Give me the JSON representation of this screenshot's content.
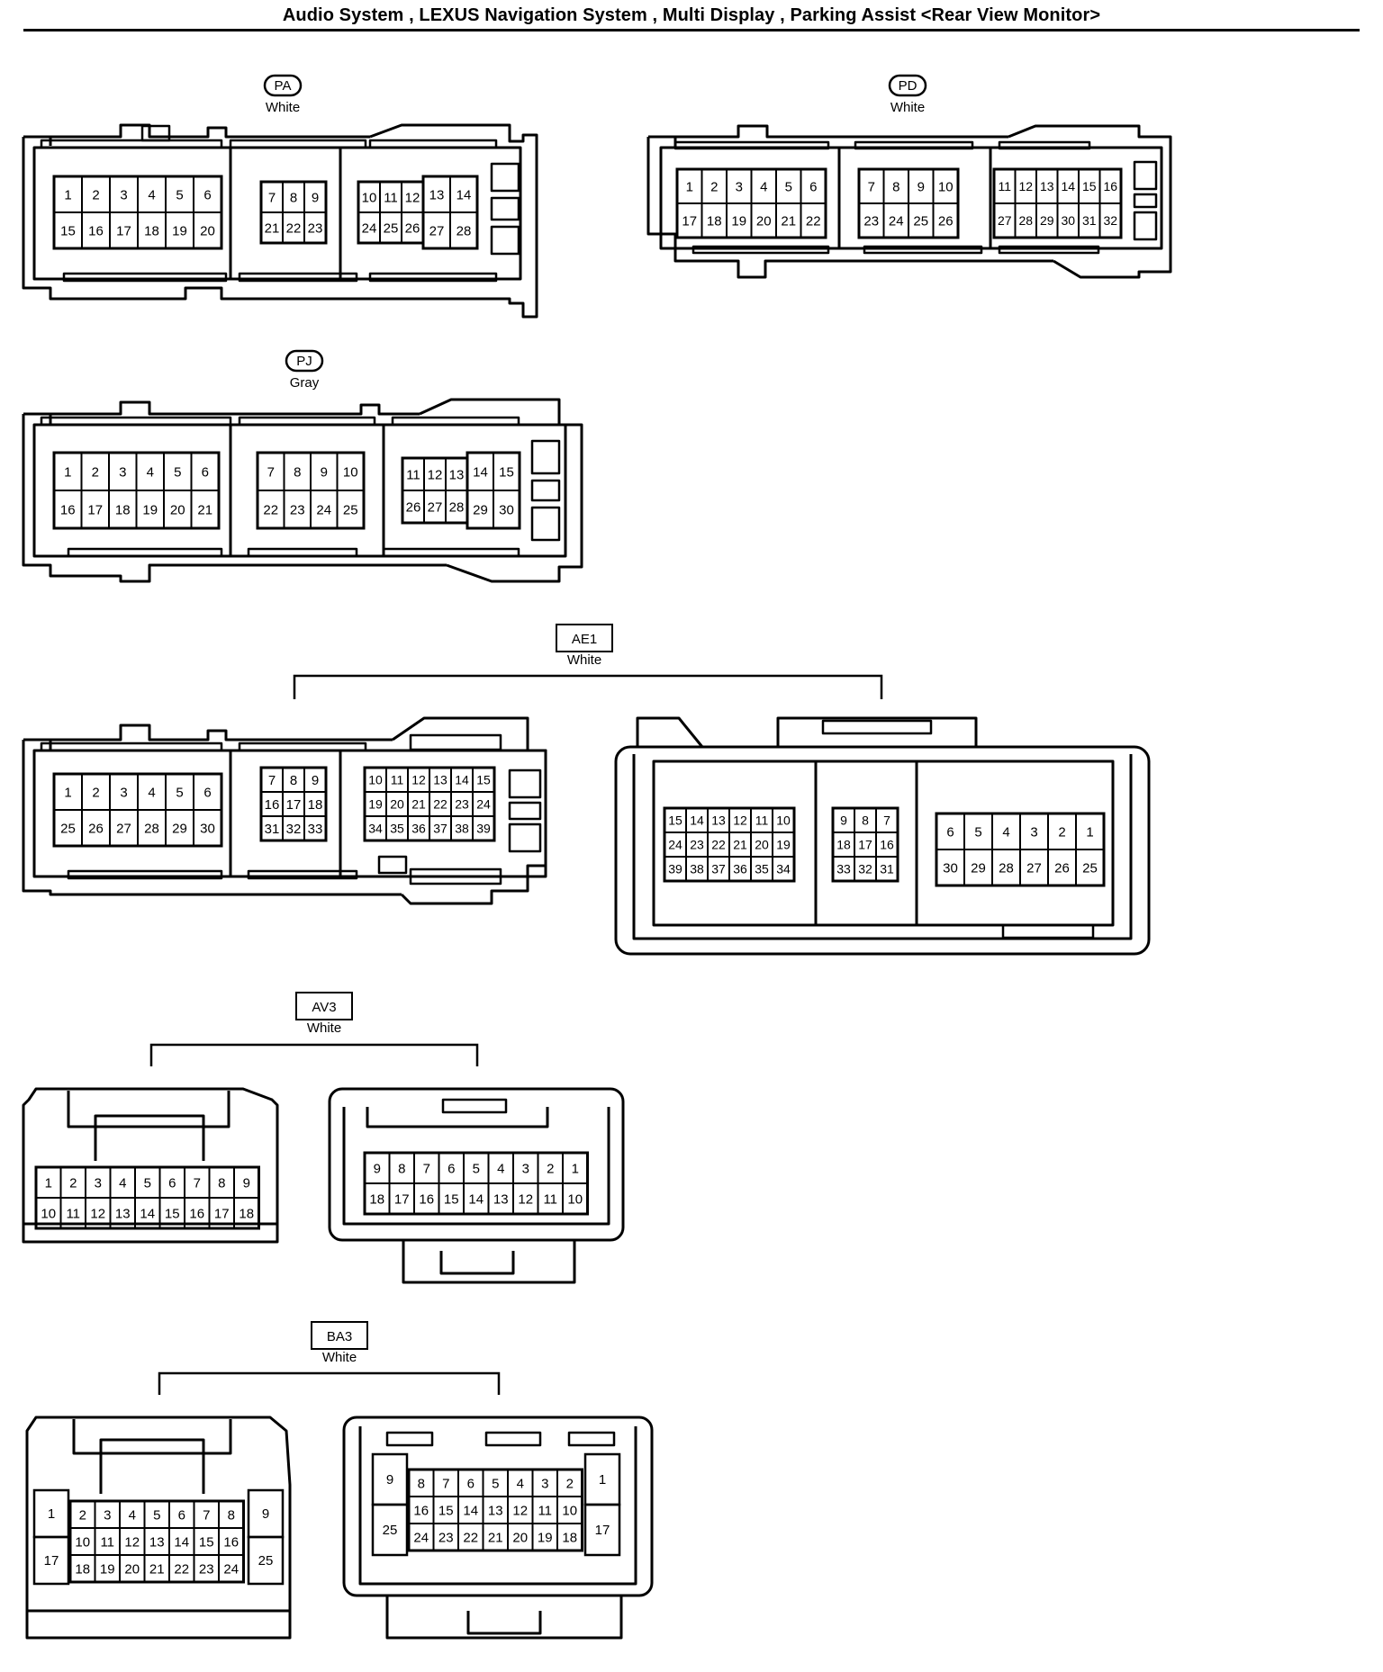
{
  "title": "Audio System , LEXUS Navigation System , Multi Display , Parking Assist <Rear View Monitor>",
  "connectors": {
    "PA": {
      "code": "PA",
      "color": "White",
      "g1": [
        [
          "1",
          "2",
          "3",
          "4",
          "5",
          "6"
        ],
        [
          "15",
          "16",
          "17",
          "18",
          "19",
          "20"
        ]
      ],
      "g2": [
        [
          "7",
          "8",
          "9"
        ],
        [
          "21",
          "22",
          "23"
        ]
      ],
      "g3": [
        [
          "10",
          "11",
          "12"
        ],
        [
          "24",
          "25",
          "26"
        ]
      ],
      "g4": [
        [
          "13",
          "14"
        ],
        [
          "27",
          "28"
        ]
      ]
    },
    "PD": {
      "code": "PD",
      "color": "White",
      "g1": [
        [
          "1",
          "2",
          "3",
          "4",
          "5",
          "6"
        ],
        [
          "17",
          "18",
          "19",
          "20",
          "21",
          "22"
        ]
      ],
      "g2": [
        [
          "7",
          "8",
          "9",
          "10"
        ],
        [
          "23",
          "24",
          "25",
          "26"
        ]
      ],
      "g3": [
        [
          "11",
          "12",
          "13",
          "14",
          "15",
          "16"
        ],
        [
          "27",
          "28",
          "29",
          "30",
          "31",
          "32"
        ]
      ]
    },
    "PJ": {
      "code": "PJ",
      "color": "Gray",
      "g1": [
        [
          "1",
          "2",
          "3",
          "4",
          "5",
          "6"
        ],
        [
          "16",
          "17",
          "18",
          "19",
          "20",
          "21"
        ]
      ],
      "g2": [
        [
          "7",
          "8",
          "9",
          "10"
        ],
        [
          "22",
          "23",
          "24",
          "25"
        ]
      ],
      "g3": [
        [
          "11",
          "12",
          "13"
        ],
        [
          "26",
          "27",
          "28"
        ]
      ],
      "g4": [
        [
          "14",
          "15"
        ],
        [
          "29",
          "30"
        ]
      ]
    },
    "AE1": {
      "code": "AE1",
      "color": "White",
      "left": {
        "g1": [
          [
            "1",
            "2",
            "3",
            "4",
            "5",
            "6"
          ],
          [
            "25",
            "26",
            "27",
            "28",
            "29",
            "30"
          ]
        ],
        "g2": [
          [
            "7",
            "8",
            "9"
          ],
          [
            "16",
            "17",
            "18"
          ],
          [
            "31",
            "32",
            "33"
          ]
        ],
        "g3": [
          [
            "10",
            "11",
            "12",
            "13",
            "14",
            "15"
          ],
          [
            "19",
            "20",
            "21",
            "22",
            "23",
            "24"
          ],
          [
            "34",
            "35",
            "36",
            "37",
            "38",
            "39"
          ]
        ]
      },
      "right": {
        "g1": [
          [
            "15",
            "14",
            "13",
            "12",
            "11",
            "10"
          ],
          [
            "24",
            "23",
            "22",
            "21",
            "20",
            "19"
          ],
          [
            "39",
            "38",
            "37",
            "36",
            "35",
            "34"
          ]
        ],
        "g2": [
          [
            "9",
            "8",
            "7"
          ],
          [
            "18",
            "17",
            "16"
          ],
          [
            "33",
            "32",
            "31"
          ]
        ],
        "g3": [
          [
            "6",
            "5",
            "4",
            "3",
            "2",
            "1"
          ],
          [
            "30",
            "29",
            "28",
            "27",
            "26",
            "25"
          ]
        ]
      }
    },
    "AV3": {
      "code": "AV3",
      "color": "White",
      "left": [
        [
          "1",
          "2",
          "3",
          "4",
          "5",
          "6",
          "7",
          "8",
          "9"
        ],
        [
          "10",
          "11",
          "12",
          "13",
          "14",
          "15",
          "16",
          "17",
          "18"
        ]
      ],
      "right": [
        [
          "9",
          "8",
          "7",
          "6",
          "5",
          "4",
          "3",
          "2",
          "1"
        ],
        [
          "18",
          "17",
          "16",
          "15",
          "14",
          "13",
          "12",
          "11",
          "10"
        ]
      ]
    },
    "BA3": {
      "code": "BA3",
      "color": "White",
      "left": {
        "side_left": [
          "1",
          "17"
        ],
        "rows": [
          [
            "2",
            "3",
            "4",
            "5",
            "6",
            "7",
            "8"
          ],
          [
            "10",
            "11",
            "12",
            "13",
            "14",
            "15",
            "16"
          ],
          [
            "18",
            "19",
            "20",
            "21",
            "22",
            "23",
            "24"
          ]
        ],
        "side_right": [
          "9",
          "25"
        ]
      },
      "right": {
        "side_left": [
          "9",
          "25"
        ],
        "rows": [
          [
            "8",
            "7",
            "6",
            "5",
            "4",
            "3",
            "2"
          ],
          [
            "16",
            "15",
            "14",
            "13",
            "12",
            "11",
            "10"
          ],
          [
            "24",
            "23",
            "22",
            "21",
            "20",
            "19",
            "18"
          ]
        ],
        "side_right": [
          "1",
          "17"
        ]
      }
    }
  }
}
